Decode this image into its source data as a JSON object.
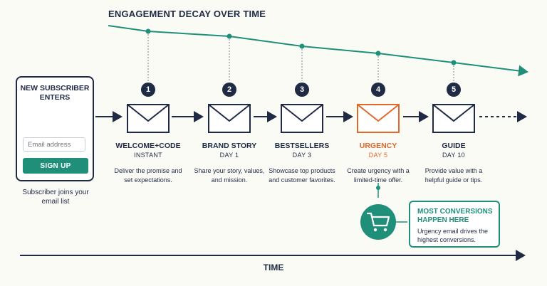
{
  "title": "ENGAGEMENT DECAY OVER TIME",
  "subscriber_card": {
    "title": "NEW SUBSCRIBER ENTERS",
    "email_placeholder": "Email address",
    "signup_label": "SIGN UP",
    "caption": "Subscriber joins your email list"
  },
  "steps": [
    {
      "number": "1",
      "name": "WELCOME+CODE",
      "day": "INSTANT",
      "description": "Deliver the promise and set expectations."
    },
    {
      "number": "2",
      "name": "BRAND STORY",
      "day": "DAY 1",
      "description": "Share your story, values, and mission."
    },
    {
      "number": "3",
      "name": "BESTSELLERS",
      "day": "DAY 3",
      "description": "Showcase top products and customer favorites."
    },
    {
      "number": "4",
      "name": "URGENCY",
      "day": "DAY 5",
      "description": "Create urgency with a limited-time offer."
    },
    {
      "number": "5",
      "name": "GUIDE",
      "day": "DAY 10",
      "description": "Provide value with a helpful guide or tips."
    }
  ],
  "conversions": {
    "title": "MOST CONVERSIONS HAPPEN HERE",
    "description": "Urgency email drives the highest conversions."
  },
  "time_label": "TIME",
  "colors": {
    "navy": "#1f2a44",
    "teal": "#1f8f7a",
    "orange": "#e2672a"
  }
}
